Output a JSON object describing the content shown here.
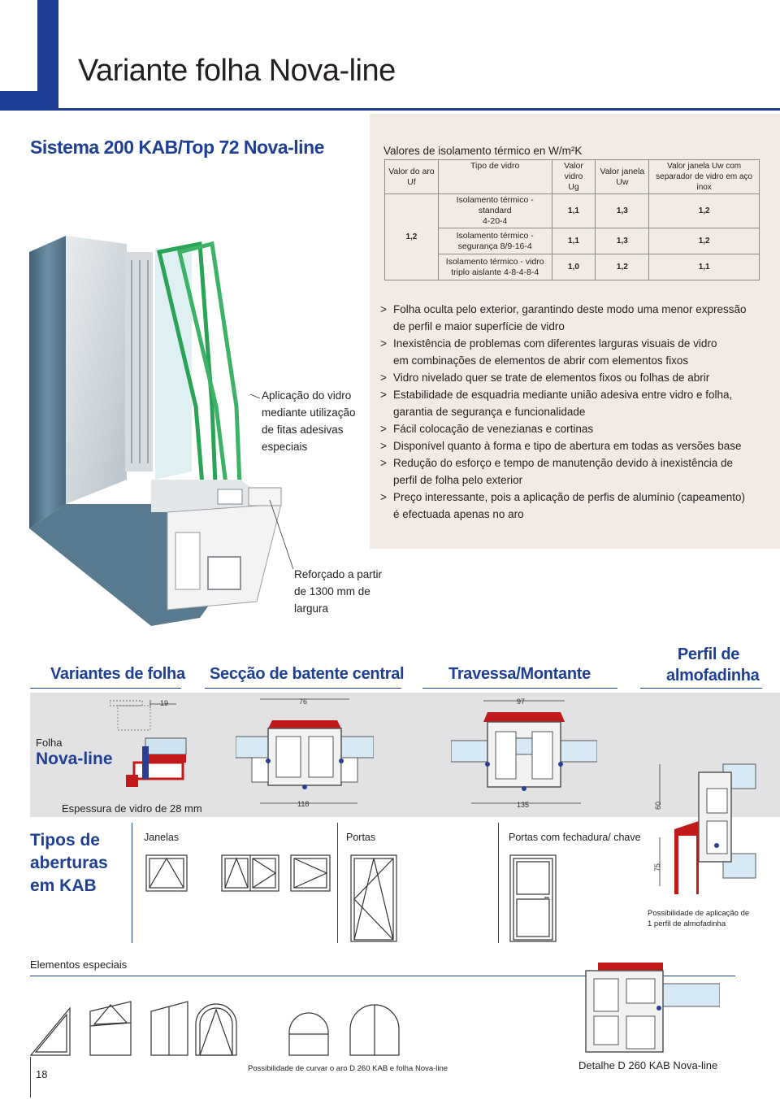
{
  "header": {
    "title": "Variante folha Nova-line",
    "accent_color": "#1f3f95"
  },
  "system_title": "Sistema 200 KAB/Top 72 Nova-line",
  "thermal_table": {
    "title": "Valores de isolamento térmico en W/m²K",
    "columns": [
      [
        "Valor do aro",
        "Uf"
      ],
      [
        "Tipo de vidro"
      ],
      [
        "Valor vidro",
        "Ug"
      ],
      [
        "Valor janela",
        "Uw"
      ],
      [
        "Valor janela Uw com",
        "separador de vidro em aço inox"
      ]
    ],
    "uf_value": "1,2",
    "rows": [
      {
        "glass": [
          "Isolamento térmico - standard",
          "4-20-4"
        ],
        "ug": "1,1",
        "uw": "1,3",
        "uw_inox": "1,2"
      },
      {
        "glass": [
          "Isolamento térmico -",
          "segurança 8/9-16-4"
        ],
        "ug": "1,1",
        "uw": "1,3",
        "uw_inox": "1,2"
      },
      {
        "glass": [
          "Isolamento térmico - vidro",
          "triplo aislante 4-8-4-8-4"
        ],
        "ug": "1,0",
        "uw": "1,2",
        "uw_inox": "1,1"
      }
    ]
  },
  "bullets": [
    [
      "Folha oculta pelo exterior, garantindo deste modo uma menor expressão",
      "de perfil e maior superfície de vidro"
    ],
    [
      "Inexistência de problemas com diferentes larguras visuais de vidro",
      "em combinações de elementos de abrir com elementos fixos"
    ],
    [
      "Vidro nivelado quer se trate de elementos fixos ou folhas de abrir"
    ],
    [
      "Estabilidade de esquadria mediante união adesiva entre vidro e folha,",
      "garantia de segurança e funcionalidade"
    ],
    [
      "Fácil colocação de venezianas e cortinas"
    ],
    [
      "Disponível quanto à forma e tipo de abertura em todas as versões base"
    ],
    [
      "Redução do esforço e tempo de manutenção devido à inexistência de",
      "perfil de folha pelo exterior"
    ],
    [
      "Preço interessante, pois a aplicação de perfis de alumínio (capeamento)",
      "é efectuada apenas no aro"
    ]
  ],
  "glass_note": [
    "Aplicação do vidro",
    "mediante utilização",
    "de fitas adesivas",
    "especiais"
  ],
  "reinforce_note": [
    "Reforçado a partir",
    "de 1300 mm de",
    "largura"
  ],
  "sections": {
    "variantes": "Variantes de folha",
    "seccao": "Secção de batente central",
    "travessa": "Travessa/Montante",
    "perfil": [
      "Perfil de",
      "almofadinha"
    ]
  },
  "band": {
    "label_small": "Folha",
    "label_big": "Nova-line",
    "glass_thickness": "Espessura de vidro de 28 mm",
    "dims": {
      "d19": "19",
      "d76": "76",
      "d97": "97",
      "d118": "118",
      "d135": "135",
      "d60": "60",
      "d75": "75"
    }
  },
  "perfil_note": [
    "Possibilidade de aplicação de",
    "1 perfil de almofadinha"
  ],
  "tipos": {
    "heading": [
      "Tipos de",
      "aberturas",
      "em KAB"
    ],
    "janelas": "Janelas",
    "portas": "Portas",
    "portas_fech": "Portas com fechadura/ chave"
  },
  "elementos": "Elementos especiais",
  "curve_note": "Possibilidade de curvar o aro  D 260 KAB e folha Nova-line",
  "detail_caption": "Detalhe D 260 KAB Nova-line",
  "page_number": "18"
}
